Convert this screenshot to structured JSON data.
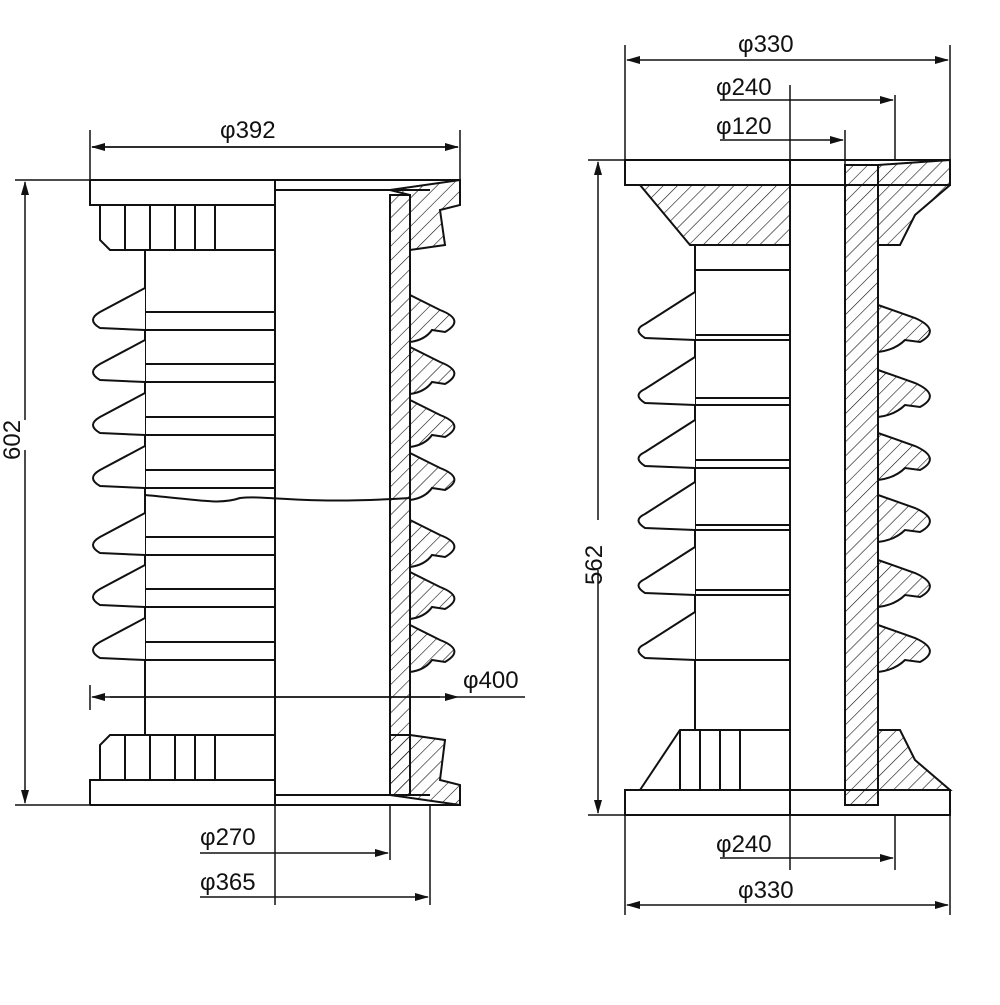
{
  "left_insulator": {
    "dims": {
      "top_diameter": "φ392",
      "height": "602",
      "shed_diameter": "φ400",
      "inner_diameter": "φ270",
      "flange_diameter": "φ365"
    }
  },
  "right_insulator": {
    "dims": {
      "top_outer": "φ330",
      "top_mid": "φ240",
      "top_inner": "φ120",
      "height": "562",
      "bottom_mid": "φ240",
      "bottom_outer": "φ330"
    }
  },
  "colors": {
    "line": "#111111",
    "background": "#ffffff"
  }
}
